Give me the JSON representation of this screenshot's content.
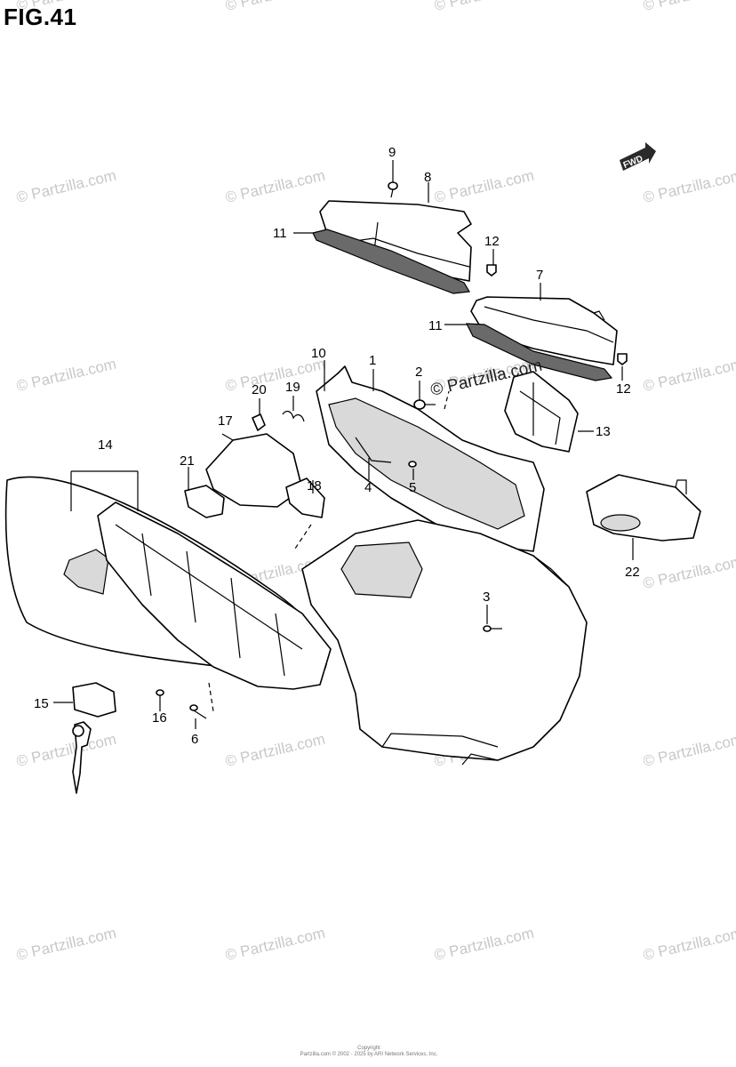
{
  "figure": {
    "title": "FIG.41"
  },
  "watermark": {
    "text": "© Partzilla.com",
    "featured_text": "© Partzilla.com"
  },
  "direction_badge": {
    "text": "FWD"
  },
  "callouts": [
    "1",
    "2",
    "3",
    "4",
    "5",
    "6",
    "7",
    "8",
    "9",
    "10",
    "11",
    "11",
    "12",
    "12",
    "13",
    "14",
    "15",
    "16",
    "17",
    "18",
    "19",
    "20",
    "21",
    "22"
  ],
  "footer": {
    "line1": "Copyright",
    "line2": "Partzilla.com © 2002 - 2025 by ARI Network Services, Inc."
  }
}
